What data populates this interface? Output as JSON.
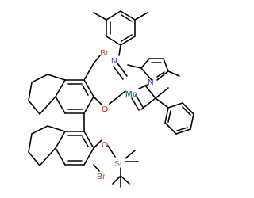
{
  "atom_labels": {
    "br_top": "Br",
    "br_bottom": "Br",
    "o_top": "O",
    "o_bottom": "O",
    "si": "Si",
    "n_imido": "N",
    "n_pyrrole": "N",
    "mo": "Mo"
  },
  "colors": {
    "bond": "#000000",
    "background": "#ffffff",
    "bromine": "#a0522d",
    "oxygen": "#d01c1c",
    "nitrogen": "#2a2ab8",
    "silicon": "#8a7560",
    "molybdenum": "#3d7f93"
  }
}
